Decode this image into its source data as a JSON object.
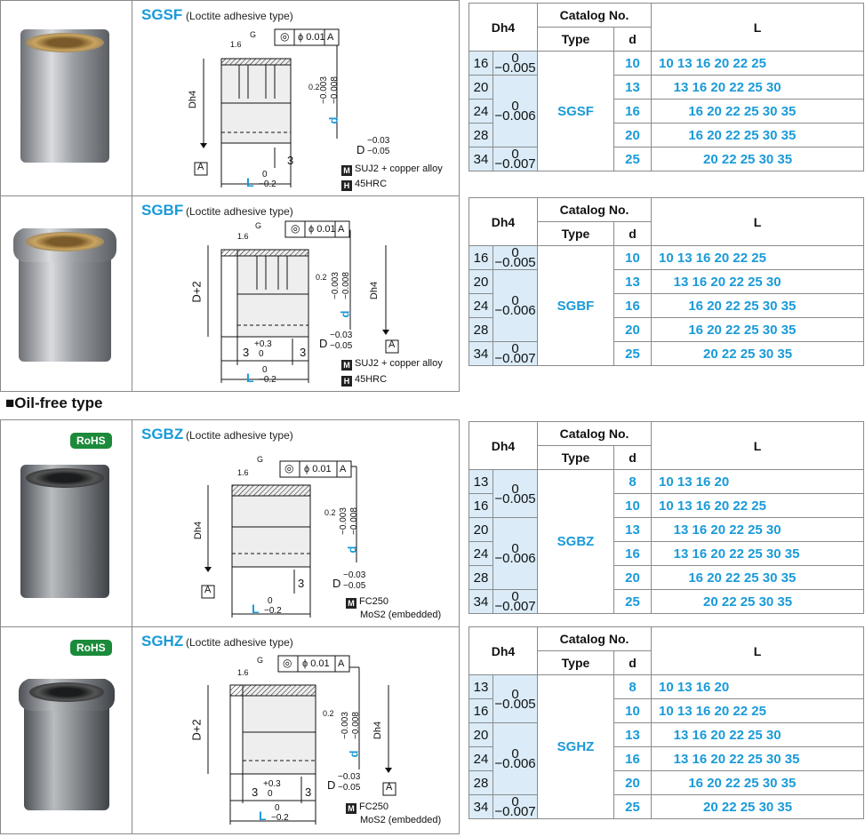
{
  "heading_oilfree": "■Oil-free type",
  "products": [
    {
      "title": "SGSF",
      "subtitle": "(Loctite adhesive type)",
      "rohs": "",
      "material": "SUJ2 + copper alloy",
      "hardness": "45HRC",
      "type": "SGSF",
      "rows": [
        {
          "dh": "16",
          "tol": [
            "0",
            "−0.005"
          ],
          "d": "10",
          "L": "10 13 16 20 22 25"
        },
        {
          "dh": "20",
          "tol": [
            "",
            ""
          ],
          "d": "13",
          "L": "    13 16 20 22 25 30"
        },
        {
          "dh": "24",
          "tol": [
            "0",
            "−0.006"
          ],
          "d": "16",
          "L": "        16 20 22 25 30 35"
        },
        {
          "dh": "28",
          "tol": [
            "",
            ""
          ],
          "d": "20",
          "L": "        16 20 22 25 30 35"
        },
        {
          "dh": "34",
          "tol": [
            "0",
            "−0.007"
          ],
          "d": "25",
          "L": "            20 22 25 30 35"
        }
      ]
    },
    {
      "title": "SGBF",
      "subtitle": "(Loctite adhesive type)",
      "rohs": "",
      "material": "SUJ2 + copper alloy",
      "hardness": "45HRC",
      "type": "SGBF",
      "rows": [
        {
          "dh": "16",
          "tol": [
            "0",
            "−0.005"
          ],
          "d": "10",
          "L": "10 13 16 20 22 25"
        },
        {
          "dh": "20",
          "tol": [
            "",
            ""
          ],
          "d": "13",
          "L": "    13 16 20 22 25 30"
        },
        {
          "dh": "24",
          "tol": [
            "0",
            "−0.006"
          ],
          "d": "16",
          "L": "        16 20 22 25 30 35"
        },
        {
          "dh": "28",
          "tol": [
            "",
            ""
          ],
          "d": "20",
          "L": "        16 20 22 25 30 35"
        },
        {
          "dh": "34",
          "tol": [
            "0",
            "−0.007"
          ],
          "d": "25",
          "L": "            20 22 25 30 35"
        }
      ]
    },
    {
      "title": "SGBZ",
      "subtitle": "(Loctite adhesive type)",
      "rohs": "RoHS",
      "material": "FC250",
      "hardness": "MoS2 (embedded)",
      "type": "SGBZ",
      "rows": [
        {
          "dh": "13",
          "tol": [
            "0",
            "−0.005"
          ],
          "d": "8",
          "L": "10 13 16 20"
        },
        {
          "dh": "16",
          "tol": [
            "",
            ""
          ],
          "d": "10",
          "L": "10 13 16 20 22 25"
        },
        {
          "dh": "20",
          "tol": [
            "0",
            "−0.006"
          ],
          "d": "13",
          "L": "    13 16 20 22 25 30"
        },
        {
          "dh": "24",
          "tol": [
            "",
            ""
          ],
          "d": "16",
          "L": "    13 16 20 22 25 30 35"
        },
        {
          "dh": "28",
          "tol": [
            "",
            ""
          ],
          "d": "20",
          "L": "        16 20 22 25 30 35"
        },
        {
          "dh": "34",
          "tol": [
            "0",
            "−0.007"
          ],
          "d": "25",
          "L": "            20 22 25 30 35"
        }
      ]
    },
    {
      "title": "SGHZ",
      "subtitle": "(Loctite adhesive type)",
      "rohs": "RoHS",
      "material": "FC250",
      "hardness": "MoS2 (embedded)",
      "type": "SGHZ",
      "rows": [
        {
          "dh": "13",
          "tol": [
            "0",
            "−0.005"
          ],
          "d": "8",
          "L": "10 13 16 20"
        },
        {
          "dh": "16",
          "tol": [
            "",
            ""
          ],
          "d": "10",
          "L": "10 13 16 20 22 25"
        },
        {
          "dh": "20",
          "tol": [
            "0",
            "−0.006"
          ],
          "d": "13",
          "L": "    13 16 20 22 25 30"
        },
        {
          "dh": "24",
          "tol": [
            "",
            ""
          ],
          "d": "16",
          "L": "    13 16 20 22 25 30 35"
        },
        {
          "dh": "28",
          "tol": [
            "",
            ""
          ],
          "d": "20",
          "L": "        16 20 22 25 30 35"
        },
        {
          "dh": "34",
          "tol": [
            "0",
            "−0.007"
          ],
          "d": "25",
          "L": "            20 22 25 30 35"
        }
      ]
    }
  ],
  "table_headers": {
    "dh": "Dh4",
    "catalog": "Catalog No.",
    "type": "Type",
    "d": "d",
    "L": "L"
  },
  "drawing_labels": {
    "roughness": "1.6",
    "g": "G",
    "concentricity": "◎",
    "phi": "ϕ 0.01",
    "datum": "A",
    "dh4": "Dh4",
    "d_tol_top": "−0.003",
    "d_tol_bot": "−0.008",
    "d_sym": "d",
    "angle": "0.2",
    "chamfer": "3",
    "D_tol_top": "−0.03",
    "D_tol_bot": "−0.05",
    "D_sym": "D",
    "L_sym": "L",
    "L_tol_top": "0",
    "L_tol_bot": "−0.2",
    "D_plus_2": "D+2",
    "flange_w": "3",
    "flange_tol_top": "+0.3",
    "flange_tol_bot": "0",
    "material_icon": "M",
    "hardness_icon": "H"
  }
}
